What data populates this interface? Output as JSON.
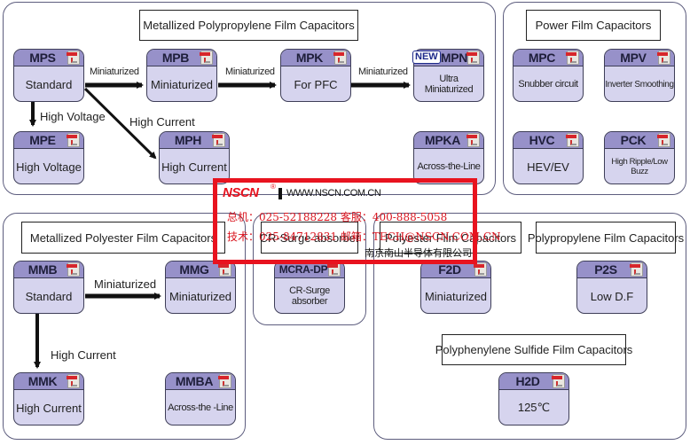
{
  "sections": {
    "mpp": {
      "title": "Metallized Polypropylene Film Capacitors",
      "cards": [
        {
          "code": "MPS",
          "desc": "Standard"
        },
        {
          "code": "MPB",
          "desc": "Miniaturized"
        },
        {
          "code": "MPK",
          "desc": "For PFC"
        },
        {
          "code": "MPN",
          "desc": "Ultra Miniaturized",
          "badge": "NEW"
        },
        {
          "code": "MPE",
          "desc": "High Voltage"
        },
        {
          "code": "MPH",
          "desc": "High Current"
        },
        {
          "code": "MPKA",
          "desc": "Across-the-Line"
        }
      ],
      "arrows": [
        {
          "from": "MPS",
          "to": "MPB",
          "label": "Miniaturized"
        },
        {
          "from": "MPB",
          "to": "MPK",
          "label": "Miniaturized"
        },
        {
          "from": "MPK",
          "to": "MPN",
          "label": "Miniaturized"
        },
        {
          "from": "MPS",
          "to": "MPE",
          "label": "High Voltage"
        },
        {
          "from": "MPS",
          "to": "MPH",
          "label": "High Current"
        }
      ]
    },
    "power": {
      "title": "Power Film Capacitors",
      "cards": [
        {
          "code": "MPC",
          "desc": "Snubber circuit"
        },
        {
          "code": "MPV",
          "desc": "Inverter Smoothing"
        },
        {
          "code": "HVC",
          "desc": "HEV/EV"
        },
        {
          "code": "PCK",
          "desc": "High Ripple/Low Buzz"
        }
      ]
    },
    "mpe": {
      "title": "Metallized Polyester Film Capacitors",
      "cards": [
        {
          "code": "MMB",
          "desc": "Standard"
        },
        {
          "code": "MMG",
          "desc": "Miniaturized"
        },
        {
          "code": "MMK",
          "desc": "High Current"
        },
        {
          "code": "MMBA",
          "desc": "Across-the -Line"
        }
      ],
      "arrows": [
        {
          "from": "MMB",
          "to": "MMG",
          "label": "Miniaturized"
        },
        {
          "from": "MMB",
          "to": "MMK",
          "label": "High Current"
        }
      ]
    },
    "cr": {
      "title": "CR-Surge absorber",
      "cards": [
        {
          "code": "MCRA-DP",
          "desc": "CR-Surge absorber"
        }
      ]
    },
    "polyester": {
      "title": "Polyester Film Capacitors",
      "cards": [
        {
          "code": "F2D",
          "desc": "Miniaturized"
        }
      ]
    },
    "pp": {
      "title": "Polypropylene Film Capacitors",
      "cards": [
        {
          "code": "P2S",
          "desc": "Low D.F"
        }
      ]
    },
    "pps": {
      "title": "Polyphenylene  Sulfide Film Capacitors",
      "cards": [
        {
          "code": "H2D",
          "desc": "125℃"
        }
      ]
    }
  },
  "icons": {
    "datasheet": "pdf-icon"
  },
  "watermark": {
    "logo": "NSCN",
    "registered": "®",
    "url": "WWW.NSCN.COM.CN",
    "line1": "总机：025-52188228   客服：400-888-5058",
    "line2": "技术：025-84712831   邮箱：TECH@NSCN.COM.CN",
    "company": "南京南山半导体有限公司",
    "color": "#e8131f"
  },
  "colors": {
    "card_header": "#9791c9",
    "card_body": "#d6d4ee",
    "panel_border": "#5d5d7e",
    "arrow": "#111111"
  }
}
